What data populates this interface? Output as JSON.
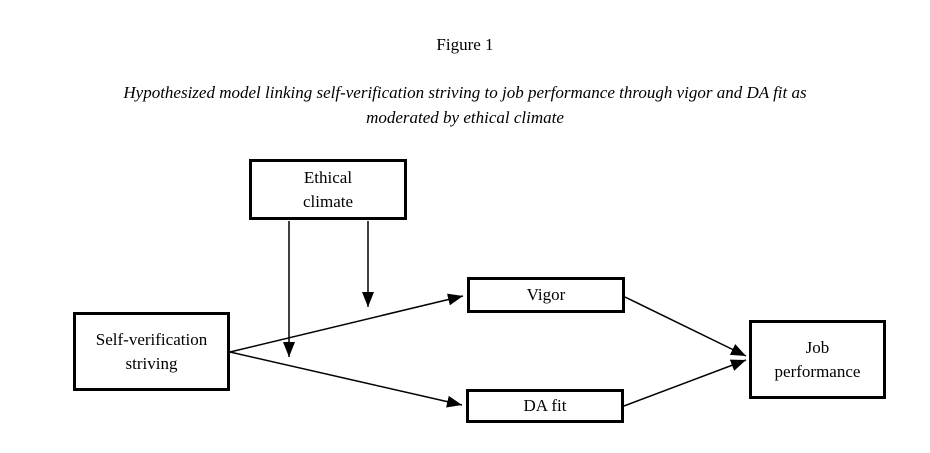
{
  "figure": {
    "title": "Figure 1",
    "caption_line1": "Hypothesized model linking self-verification striving to job performance through vigor and DA fit as",
    "caption_line2": "moderated by ethical climate"
  },
  "diagram": {
    "nodes": [
      {
        "id": "ethical-climate",
        "label": "Ethical\nclimate"
      },
      {
        "id": "self-verification-striving",
        "label": "Self-verification\nstriving"
      },
      {
        "id": "vigor",
        "label": "Vigor"
      },
      {
        "id": "da-fit",
        "label": "DA fit"
      },
      {
        "id": "job-performance",
        "label": "Job\nperformance"
      }
    ],
    "edges": [
      {
        "from": "self-verification-striving",
        "to": "vigor",
        "type": "direct"
      },
      {
        "from": "self-verification-striving",
        "to": "da-fit",
        "type": "direct"
      },
      {
        "from": "vigor",
        "to": "job-performance",
        "type": "direct"
      },
      {
        "from": "da-fit",
        "to": "job-performance",
        "type": "direct"
      },
      {
        "from": "ethical-climate",
        "to": "path-svs-to-vigor",
        "type": "moderation"
      },
      {
        "from": "ethical-climate",
        "to": "path-svs-to-da-fit",
        "type": "moderation"
      }
    ],
    "line_color": "#000000"
  }
}
